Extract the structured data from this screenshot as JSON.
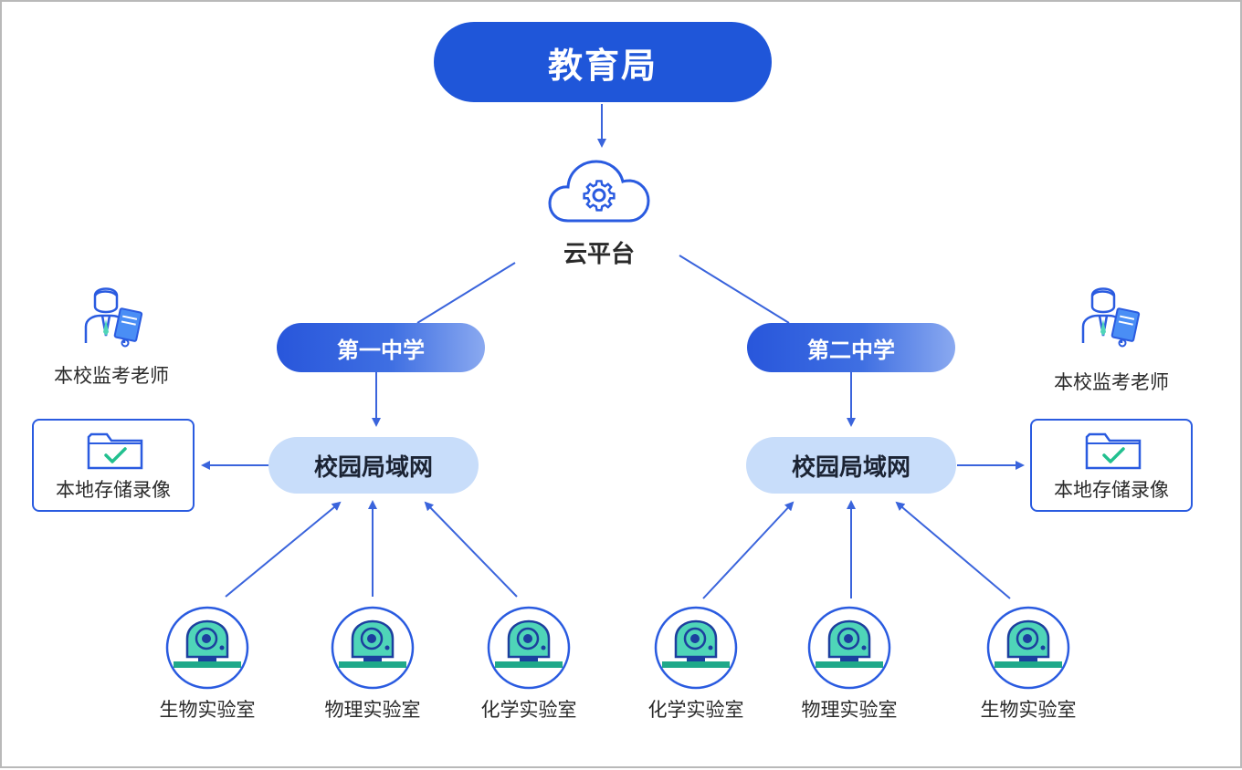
{
  "top": {
    "label": "教育局"
  },
  "cloud": {
    "label": "云平台"
  },
  "left": {
    "school": "第一中学",
    "lan": "校园局域网",
    "teacher": "本校监考老师",
    "storage": "本地存储录像",
    "labs": [
      "生物实验室",
      "物理实验室",
      "化学实验室"
    ]
  },
  "right": {
    "school": "第二中学",
    "lan": "校园局域网",
    "teacher": "本校监考老师",
    "storage": "本地存储录像",
    "labs": [
      "化学实验室",
      "物理实验室",
      "生物实验室"
    ]
  },
  "colors": {
    "primary": "#1f56d9",
    "line": "#3a64dc",
    "lan_fill": "#c8ddfa",
    "camera_fill": "#4fd5b8",
    "camera_base": "#1fa98a"
  },
  "icons": {
    "cloud": "cloud-gear-icon",
    "teacher": "teacher-icon",
    "storage": "folder-check-icon",
    "lab": "camera-icon"
  }
}
